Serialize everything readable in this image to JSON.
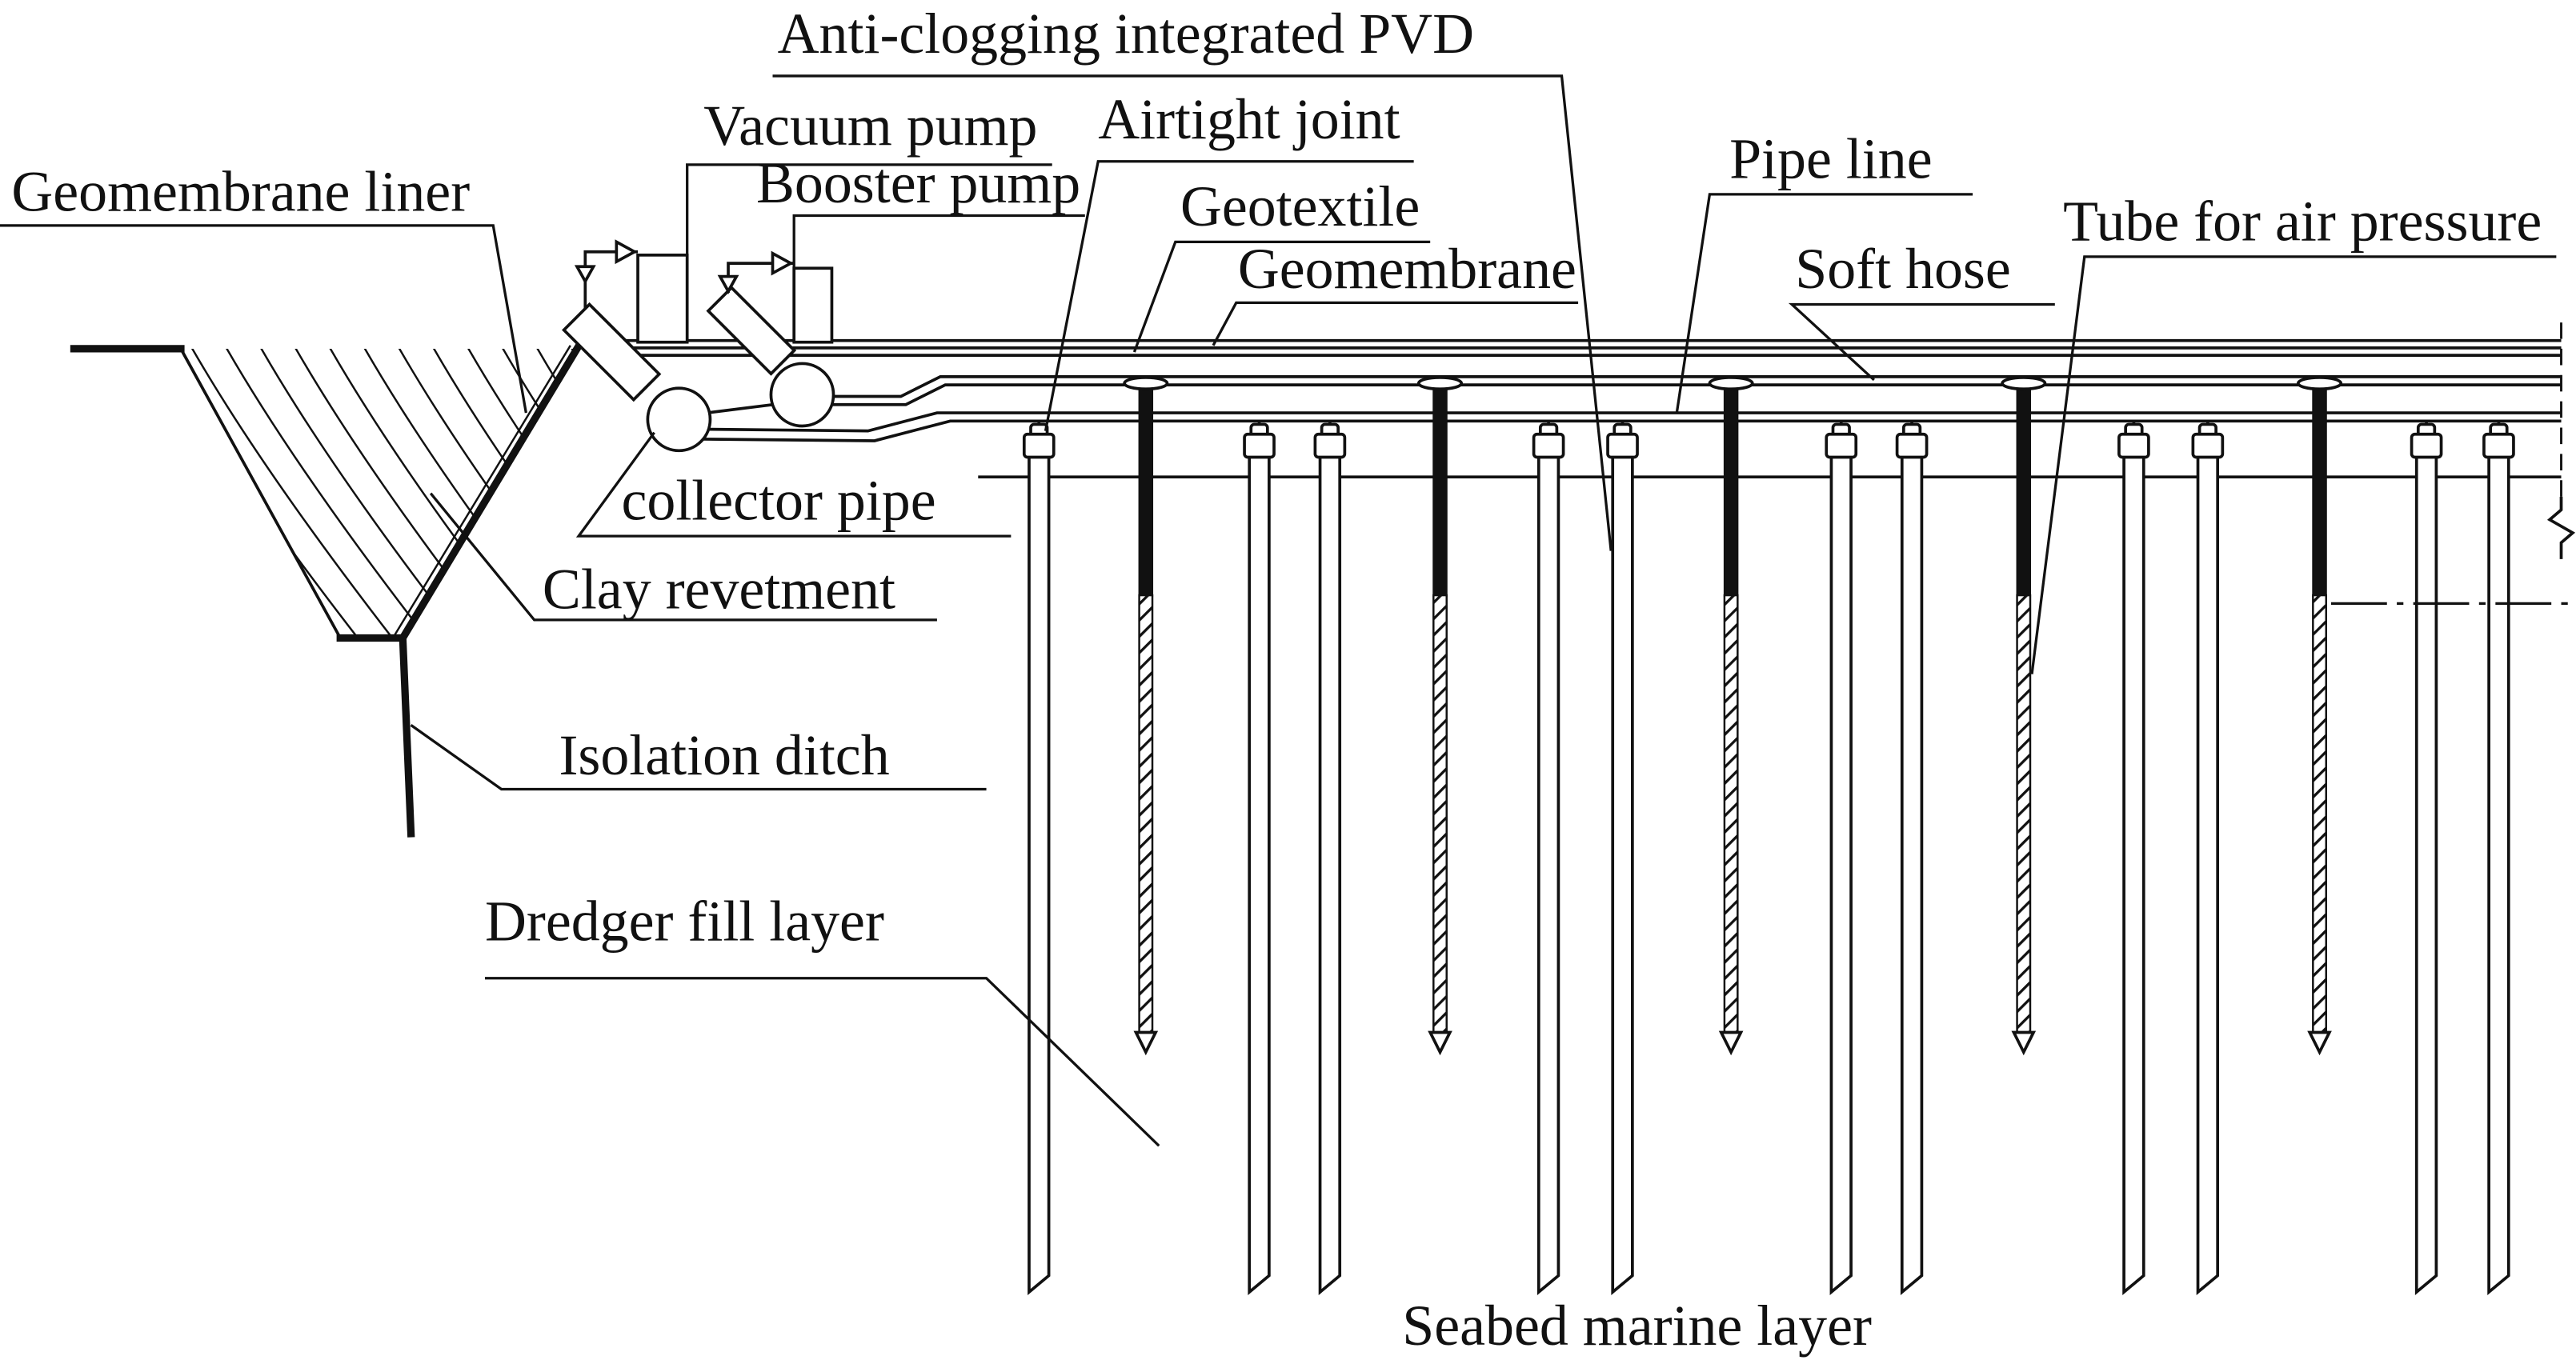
{
  "labels": {
    "pvd": "Anti-clogging integrated PVD",
    "vacuum_pump": "Vacuum pump",
    "airtight_joint": "Airtight joint",
    "booster_pump": "Booster pump",
    "geomembrane_liner": "Geomembrane liner",
    "pipe_line": "Pipe line",
    "geotextile": "Geotextile",
    "tube_air_pressure": "Tube for air pressure",
    "geomembrane": "Geomembrane",
    "soft_hose": "Soft hose",
    "collector_pipe": "collector pipe",
    "clay_revetment": "Clay revetment",
    "isolation_ditch": "Isolation ditch",
    "dredger_fill_layer": "Dredger fill layer",
    "seabed_marine_layer": "Seabed marine layer"
  },
  "colors": {
    "ink": "#111111",
    "paper": "#ffffff"
  }
}
